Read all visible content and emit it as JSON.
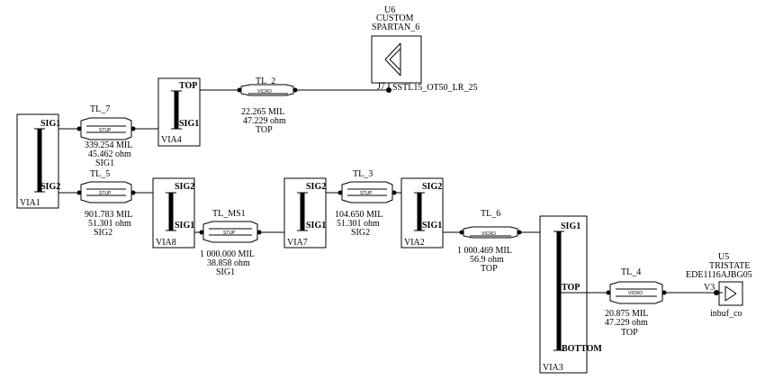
{
  "vias": [
    {
      "id": "via1",
      "name": "VIA1",
      "pins": [
        "SIG1",
        "SIG2"
      ]
    },
    {
      "id": "via4",
      "name": "VIA4",
      "pins": [
        "TOP",
        "SIG1"
      ]
    },
    {
      "id": "via8",
      "name": "VIA8",
      "pins": [
        "SIG2",
        "SIG1"
      ]
    },
    {
      "id": "via7",
      "name": "VIA7",
      "pins": [
        "SIG2",
        "SIG1"
      ]
    },
    {
      "id": "via2",
      "name": "VIA2",
      "pins": [
        "SIG2",
        "SIG1"
      ]
    },
    {
      "id": "via3",
      "name": "VIA3",
      "pins": [
        "SIG1",
        "TOP",
        "BOTTOM"
      ]
    }
  ],
  "lines": [
    {
      "id": "tl2",
      "name": "TL_2",
      "kind": "VICRO",
      "length": "22.265 MIL",
      "impedance": "47.229 ohm",
      "layer": "TOP"
    },
    {
      "id": "tl7",
      "name": "TL_7",
      "kind": "STUP",
      "length": "339.254 MIL",
      "impedance": "45.462 ohm",
      "layer": "SIG1"
    },
    {
      "id": "tl5",
      "name": "TL_5",
      "kind": "STUP",
      "length": "901.783 MIL",
      "impedance": "51.301 ohm",
      "layer": "SIG2"
    },
    {
      "id": "tlms1",
      "name": "TL_MS1",
      "kind": "STUP",
      "length": "1 000.000 MIL",
      "impedance": "38.858 ohm",
      "layer": "SIG1"
    },
    {
      "id": "tl3",
      "name": "TL_3",
      "kind": "STUP",
      "length": "104.650 MIL",
      "impedance": "51.301 ohm",
      "layer": "SIG2"
    },
    {
      "id": "tl6",
      "name": "TL_6",
      "kind": "VICRO",
      "length": "1 000.469 MIL",
      "impedance": "56.9 ohm",
      "layer": "TOP"
    },
    {
      "id": "tl4",
      "name": "TL_4",
      "kind": "VICRO",
      "length": "20.875 MIL",
      "impedance": "47.229 ohm",
      "layer": "TOP"
    }
  ],
  "components": {
    "u6": {
      "ref": "U6",
      "line1": "CUSTOM",
      "line2": "SPARTAN_6",
      "pin": "J7",
      "model": "SSTL15_OT50_LR_25"
    },
    "u5": {
      "ref": "U5",
      "line1": "TRISTATE",
      "line2": "EDE1116AJBG05",
      "pin": "V3",
      "model": "inbuf_co"
    }
  }
}
